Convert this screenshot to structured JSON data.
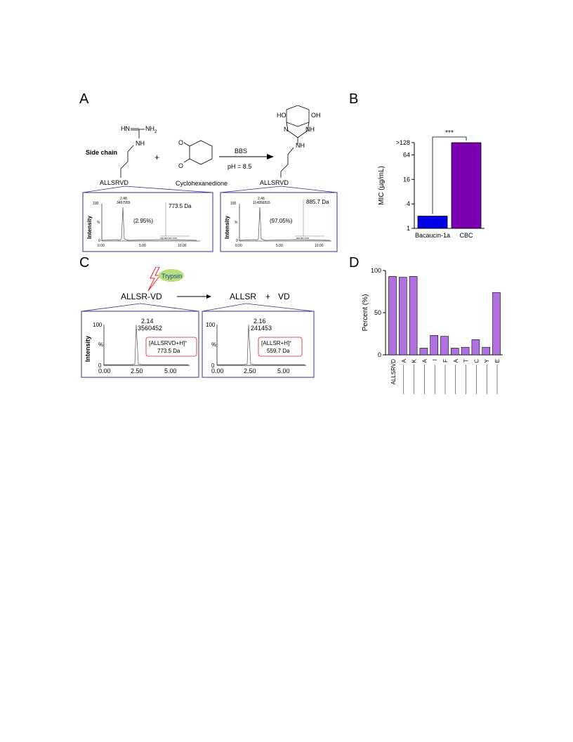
{
  "panels": {
    "A": "A",
    "B": "B",
    "C": "C",
    "D": "D"
  },
  "panelA": {
    "guanidine_top_left": "HN",
    "guanidine_top_right": "NH",
    "guanidine_top_sub": "2",
    "guanidine_nh": "NH",
    "side_chain_label": "Side chain",
    "plus": "+",
    "diketone_o1": "O",
    "diketone_o2": "O",
    "reagent_name": "Cyclohexanedione",
    "arrow_top": "BBS",
    "arrow_bottom": "pH = 8.5",
    "peptide_left": "ALLSRVD",
    "peptide_right": "ALLSRVD",
    "product_ho": "HO",
    "product_oh": "OH",
    "product_n": "N",
    "product_nh_ring": "NH",
    "product_nh": "NH",
    "chrom_left": {
      "peak_rt": "2.48",
      "peak_area": "3497955",
      "percent": "(2.95%)",
      "mass": "773.5 Da",
      "y_top": "100",
      "y_pct": "%",
      "y_zero": "0",
      "ylabel": "Intensity",
      "xticks": [
        "0.00",
        "5.00",
        "10.00"
      ],
      "inset_ticks": "700 800 900 1000"
    },
    "chrom_right": {
      "peak_rt": "2.46",
      "peak_area": "114956816",
      "percent": "(97.05%)",
      "mass": "885.7 Da",
      "y_top": "100",
      "y_pct": "%",
      "y_zero": "0",
      "ylabel": "Intensity",
      "xticks": [
        "0.00",
        "5.00",
        "10.00"
      ],
      "inset_ticks": "800 900 1000"
    }
  },
  "panelC": {
    "enzyme": "Trypsin",
    "substrate": "ALLSR-VD",
    "product1": "ALLSR",
    "plus": "+",
    "product2": "VD",
    "chrom_left": {
      "peak_rt": "2.14",
      "peak_area": "3560452",
      "ion": "[ALLSRVD+H]",
      "ion_sup": "+",
      "mass": "773.5 Da",
      "y_top": "100",
      "y_pct": "%",
      "y_zero": "0",
      "ylabel": "Intensity",
      "xticks": [
        "0.00",
        "2.50",
        "5.00"
      ]
    },
    "chrom_right": {
      "peak_rt": "2.16",
      "peak_area": "241453",
      "ion": "[ALLSR+H]",
      "ion_sup": "+",
      "mass": "559.7 Da",
      "y_top": "100",
      "y_pct": "%",
      "y_zero": "0",
      "xticks": [
        "0.00",
        "2.50",
        "5.00"
      ]
    }
  },
  "chart_data": [
    {
      "type": "bar",
      "panel": "B",
      "categories": [
        "Bacaucin-1a",
        "CBC"
      ],
      "values": [
        2,
        128
      ],
      "colors": [
        "#0000e6",
        "#7a00b0"
      ],
      "ylabel": "MIC (µg/mL)",
      "yscale": "log2",
      "ylim": [
        1,
        128
      ],
      "yticks": [
        "1",
        "4",
        "16",
        "64",
        ">128"
      ],
      "annotation": "***"
    },
    {
      "type": "bar",
      "panel": "D",
      "categories": [
        "ALLSRVD",
        "A",
        "K",
        "A",
        "I",
        "F",
        "A",
        "T",
        "C",
        "Y",
        "E"
      ],
      "values": [
        93,
        92,
        93,
        8,
        23,
        22,
        8,
        9,
        18,
        9,
        74
      ],
      "color": "#b070e0",
      "ylabel": "Percent (%)",
      "ylim": [
        0,
        100
      ],
      "yticks": [
        "0",
        "50",
        "100"
      ]
    }
  ]
}
